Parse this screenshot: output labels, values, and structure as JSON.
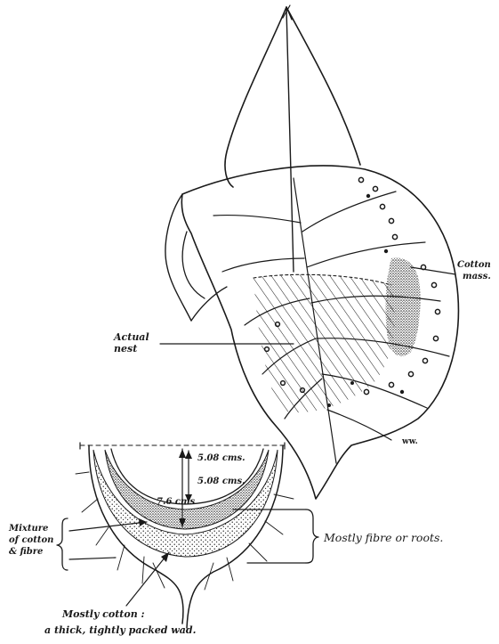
{
  "colors": {
    "ink": "#1a1a1a",
    "paper": "#ffffff"
  },
  "labels": {
    "cotton_mass_line1": "Cotton",
    "cotton_mass_line2": "mass.",
    "actual_nest_line1": "Actual",
    "actual_nest_line2": "nest",
    "initials": "ww.",
    "width_measure": "5.08 cms.",
    "depth_measure": "5.08 cms.",
    "outer_depth_measure": "7.6 cms",
    "mixture_line1": "Mixture",
    "mixture_line2": "of cotton",
    "mixture_line3": "& fibre",
    "mostly_fibre": "Mostly fibre or roots.",
    "mostly_cotton_line1": "Mostly cotton :",
    "mostly_cotton_line2": "a thick, tightly packed wad."
  }
}
